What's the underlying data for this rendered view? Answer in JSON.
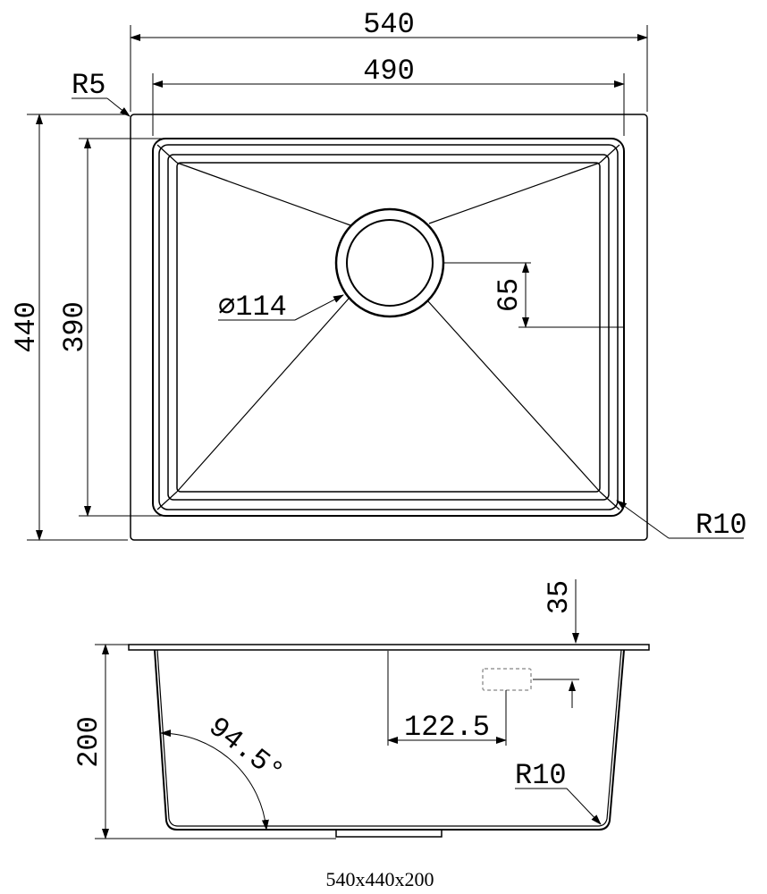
{
  "plan_view": {
    "overall_width": "540",
    "inner_width": "490",
    "corner_radius_top": "R5",
    "overall_depth": "440",
    "inner_depth": "390",
    "drain_diameter": "⌀114",
    "drain_offset": "65",
    "corner_radius_bottom": "R10"
  },
  "section_view": {
    "flange_height": "35",
    "bowl_height": "200",
    "side_angle": "94.5°",
    "overflow_offset": "122.5",
    "corner_radius": "R10"
  },
  "caption": "540x440x200"
}
